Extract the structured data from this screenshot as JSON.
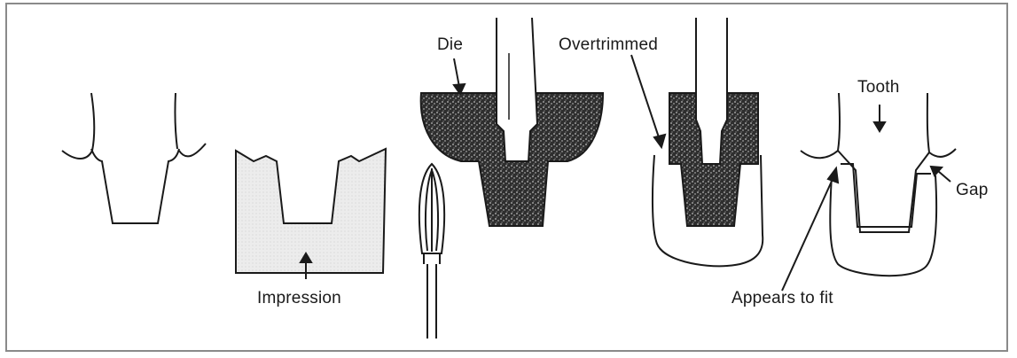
{
  "labels": {
    "die": "Die",
    "overtrimmed": "Overtrimmed",
    "tooth": "Tooth",
    "gap": "Gap",
    "impression": "Impression",
    "appears_to_fit": "Appears to fit"
  },
  "colors": {
    "outline": "#1a1a1a",
    "impression_fill": "#e6e6e6",
    "stone_fill": "#3a3a3a",
    "frame": "#8a8a8a"
  }
}
